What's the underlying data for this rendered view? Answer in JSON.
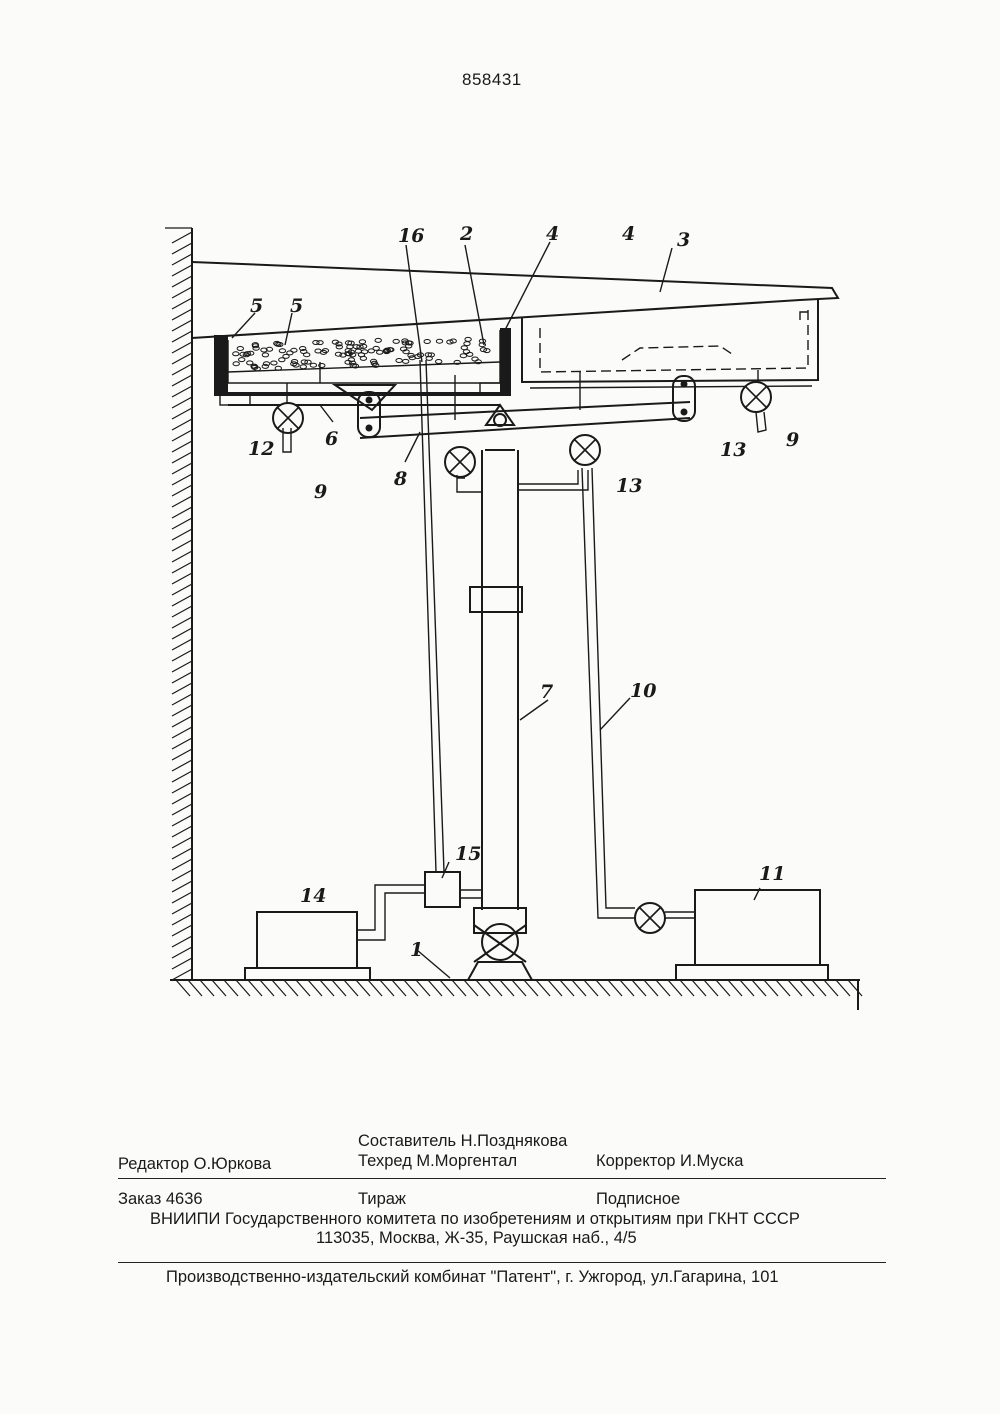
{
  "header": {
    "patent_number": "858431"
  },
  "figure": {
    "labels": {
      "l16": "16",
      "l2": "2",
      "l4a": "4",
      "l4b": "4",
      "l3": "3",
      "l5a": "5",
      "l5b": "5",
      "l12": "12",
      "l6": "6",
      "l9a": "9",
      "l8": "8",
      "l13a": "13",
      "l13b": "13",
      "l9b": "9",
      "l7": "7",
      "l10": "10",
      "l15": "15",
      "l14": "14",
      "l11": "11",
      "l1": "1"
    }
  },
  "footer": {
    "composer": "Составитель Н.Позднякова",
    "editor": "Редактор О.Юркова",
    "techred": "Техред М.Моргентал",
    "corrector": "Корректор И.Муска",
    "order": "Заказ 4636",
    "circulation": "Тираж",
    "subscription": "Подписное",
    "institution": "ВНИИПИ Государственного комитета по изобретениям и открытиям при ГКНТ СССР",
    "address": "113035, Москва, Ж-35, Раушская наб., 4/5",
    "printer": "Производственно-издательский комбинат \"Патент\", г. Ужгород, ул.Гагарина, 101"
  }
}
